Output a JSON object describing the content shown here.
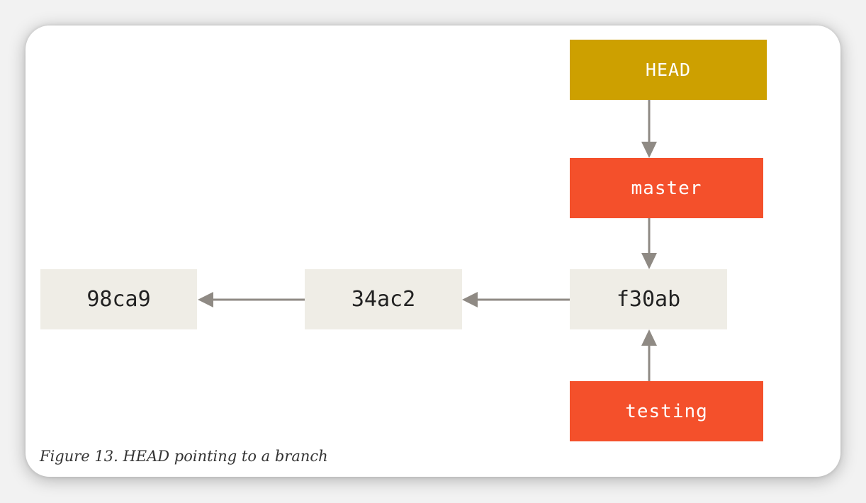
{
  "diagram": {
    "head": {
      "label": "HEAD",
      "color": "#cda000"
    },
    "branches": [
      {
        "id": "master",
        "label": "master",
        "color": "#f4502b"
      },
      {
        "id": "testing",
        "label": "testing",
        "color": "#f4502b"
      }
    ],
    "commits": [
      {
        "id": "98ca9",
        "label": "98ca9"
      },
      {
        "id": "34ac2",
        "label": "34ac2"
      },
      {
        "id": "f30ab",
        "label": "f30ab"
      }
    ],
    "edges": [
      {
        "from": "HEAD",
        "to": "master"
      },
      {
        "from": "master",
        "to": "f30ab"
      },
      {
        "from": "testing",
        "to": "f30ab"
      },
      {
        "from": "f30ab",
        "to": "34ac2"
      },
      {
        "from": "34ac2",
        "to": "98ca9"
      }
    ],
    "arrow_color": "#8f8a84",
    "commit_color": "#efede6"
  },
  "caption": "Figure 13. HEAD pointing to a branch"
}
